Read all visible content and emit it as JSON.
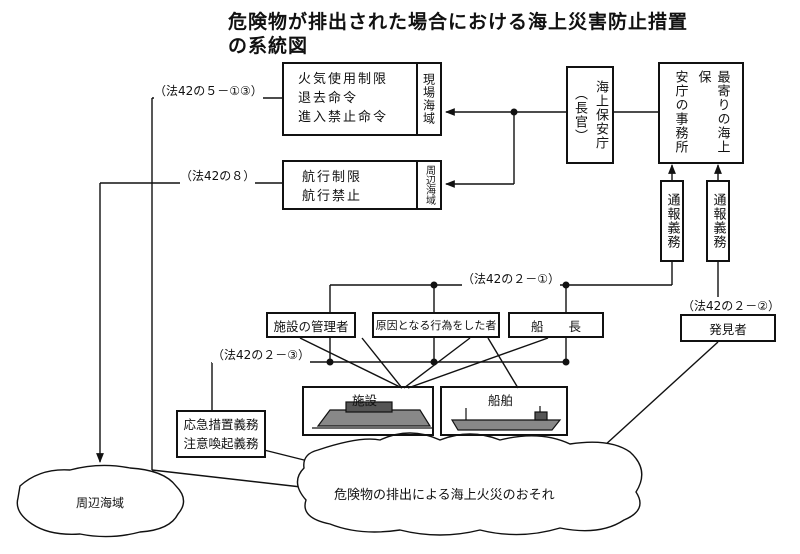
{
  "title": {
    "line1": "危険物が排出された場合における海上災害防止措置",
    "line2": "の系統図"
  },
  "boxes": {
    "kaijo_hoanchou": "海上保安庁",
    "chokan": "（長官）",
    "saiyori_col1": "最寄りの海上保",
    "saiyori_col2": "安庁の事務所",
    "tsuho1": "通報義務",
    "tsuho2": "通報義務",
    "genba_items": [
      "火気使用制限",
      "退去命令",
      "進入禁止命令"
    ],
    "genba_area": "現場海域",
    "shuhen_items": [
      "航行制限",
      "航行禁止"
    ],
    "shuhen_area": "周辺海域",
    "shisetsu_kanri": "施設の管理者",
    "genin": "原因となる行為をした者",
    "sencho": "船　　長",
    "hakkensha": "発見者",
    "oukyu1": "応急措置義務",
    "oukyu2": "注意喚起義務",
    "shisetsu": "施設",
    "senpaku": "船舶"
  },
  "labels": {
    "ho42_5": "（法42の５－①③）",
    "ho42_8": "（法42の８）",
    "ho42_2_1": "（法42の２－①）",
    "ho42_2_2": "（法42の２－②）",
    "ho42_2_3": "（法42の２－③）"
  },
  "clouds": {
    "fire": "危険物の排出による海上火災のおそれ",
    "surrounding": "周辺海域"
  }
}
